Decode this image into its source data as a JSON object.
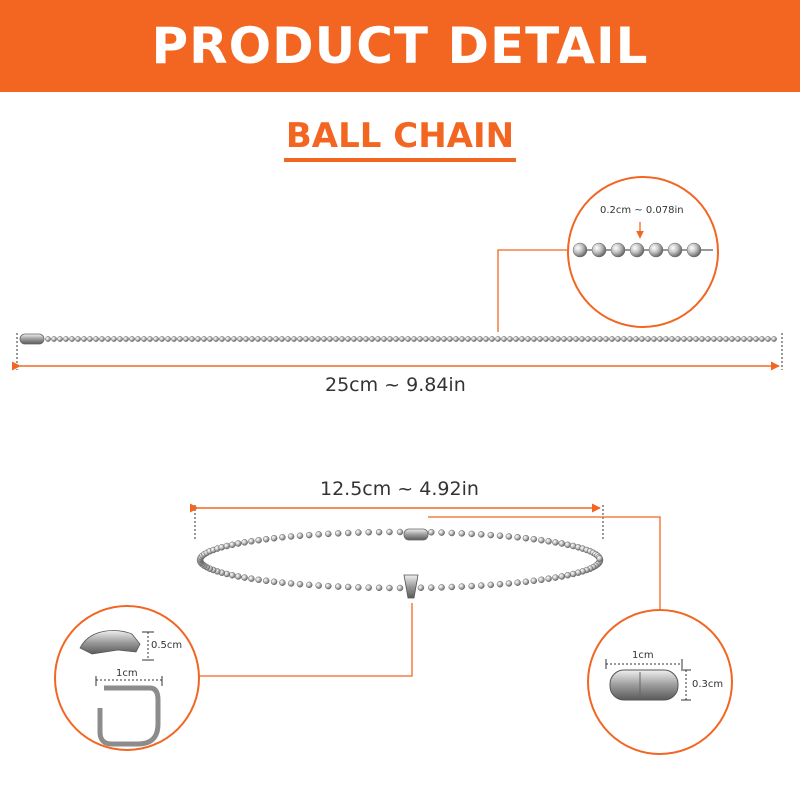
{
  "header": {
    "title": "PRODUCT DETAIL"
  },
  "subtitle": "BALL CHAIN",
  "long_chain": {
    "length_label": "25cm ~ 9.84in",
    "ball_size_label": "0.2cm ~ 0.078in"
  },
  "loop_chain": {
    "length_label": "12.5cm ~ 4.92in"
  },
  "pendant_clip": {
    "height_label": "0.5cm",
    "width_label": "1cm"
  },
  "connector": {
    "width_label": "1cm",
    "height_label": "0.3cm"
  },
  "colors": {
    "accent": "#f26622",
    "text": "#333333",
    "metal": "#b8b8b8"
  }
}
